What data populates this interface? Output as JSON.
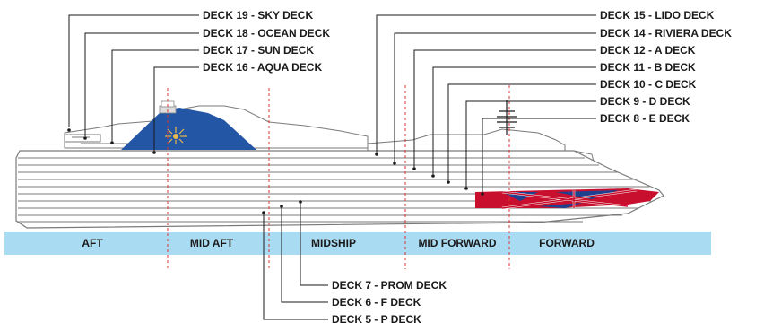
{
  "decks_above": [
    {
      "label": "DECK 19 - SKY DECK"
    },
    {
      "label": "DECK 18 - OCEAN DECK"
    },
    {
      "label": "DECK 17 - SUN DECK"
    },
    {
      "label": "DECK 16 - AQUA DECK"
    }
  ],
  "decks_right": [
    {
      "label": "DECK 15 - LIDO DECK"
    },
    {
      "label": "DECK 14 - RIVIERA DECK"
    },
    {
      "label": "DECK 12 - A DECK"
    },
    {
      "label": "DECK 11 - B DECK"
    },
    {
      "label": "DECK 10 - C DECK"
    },
    {
      "label": "DECK 9 - D DECK"
    },
    {
      "label": "DECK 8 - E DECK"
    }
  ],
  "decks_below": [
    {
      "label": "DECK 7 - PROM DECK"
    },
    {
      "label": "DECK 6 - F DECK"
    },
    {
      "label": "DECK 5 - P DECK"
    }
  ],
  "zones": [
    "AFT",
    "MID AFT",
    "MIDSHIP",
    "MID FORWARD",
    "FORWARD"
  ],
  "colors": {
    "waterline": "#a9dcf2",
    "funnel": "#2456a6",
    "divider": "#e0362f",
    "flag_red": "#c8102e",
    "flag_blue": "#1f3f8f",
    "hull_line": "#7a7a7a"
  }
}
